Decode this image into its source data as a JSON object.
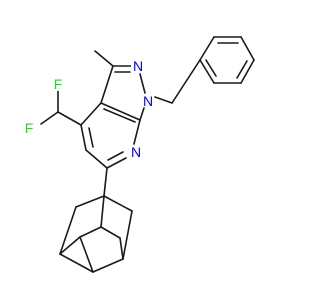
{
  "structure": {
    "atom_labels": {
      "f1": "F",
      "f2": "F",
      "n1": "N",
      "n2": "N",
      "n_pyridine": "N"
    },
    "colors": {
      "bond": "#1a1a1a",
      "nitrogen": "#0000ff",
      "fluorine": "#33cc33",
      "background": "#ffffff"
    }
  }
}
